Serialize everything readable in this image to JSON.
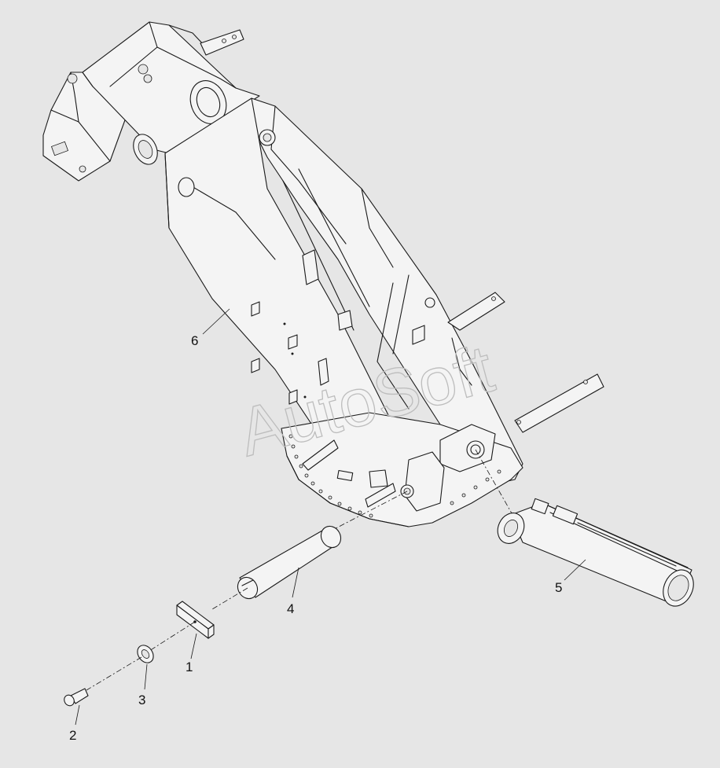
{
  "watermark": "AutoSoft",
  "callouts": [
    {
      "id": "1",
      "label": "1"
    },
    {
      "id": "2",
      "label": "2"
    },
    {
      "id": "3",
      "label": "3"
    },
    {
      "id": "4",
      "label": "4"
    },
    {
      "id": "5",
      "label": "5"
    },
    {
      "id": "6",
      "label": "6"
    }
  ],
  "colors": {
    "background": "#e6e6e6",
    "line": "#1a1a1a",
    "watermark": "#bdbdbd"
  }
}
